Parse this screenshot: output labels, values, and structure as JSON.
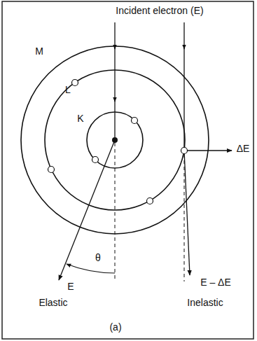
{
  "diagram": {
    "labels": [
      "Incident electron (E)",
      "M",
      "L",
      "K",
      "ΔE",
      "E",
      "θ",
      "Elastic",
      "E – ΔE",
      "Inelastic",
      "(a)"
    ]
  }
}
